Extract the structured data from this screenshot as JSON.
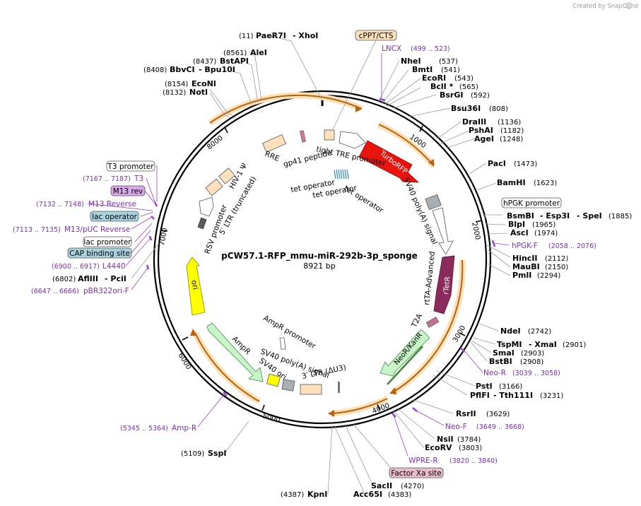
{
  "credit": "Created by SnapGene",
  "map": {
    "name": "pCW57.1-RFP_mmu-miR-292b-3p_sponge",
    "length": "8921 bp",
    "tick_labels": [
      "1000",
      "2000",
      "3000",
      "4000",
      "5000",
      "6000",
      "7000",
      "8000"
    ]
  },
  "enzymes": {
    "paer7i": {
      "pos": "(11)",
      "name": "PaeR7I"
    },
    "xhoi": {
      "name": "- XhoI"
    },
    "alei": {
      "pos": "(8561)",
      "name": "AleI"
    },
    "bstapi": {
      "pos": "(8437)",
      "name": "BstAPI"
    },
    "bbvci": {
      "pos": "(8408)",
      "name": "BbvCI"
    },
    "bpu10i": {
      "name": "- Bpu10I"
    },
    "econi": {
      "pos": "(8154)",
      "name": "EcoNI"
    },
    "noti": {
      "pos": "(8132)",
      "name": "NotI"
    },
    "nhei": {
      "name": "NheI",
      "pos": "(537)"
    },
    "bmti": {
      "name": "BmtI",
      "pos": "(541)"
    },
    "ecori": {
      "name": "EcoRI",
      "pos": "(543)"
    },
    "bcli": {
      "name": "BclI *",
      "pos": "(565)"
    },
    "bsrgi": {
      "name": "BsrGI",
      "pos": "(592)"
    },
    "bsu36i": {
      "name": "Bsu36I",
      "pos": "(808)"
    },
    "draiii": {
      "name": "DraIII",
      "pos": "(1136)"
    },
    "pshai": {
      "name": "PshAI",
      "pos": "(1182)"
    },
    "agei": {
      "name": "AgeI",
      "pos": "(1248)"
    },
    "paci": {
      "name": "PacI",
      "pos": "(1473)"
    },
    "bamhi": {
      "name": "BamHI",
      "pos": "(1623)"
    },
    "bsmbi": {
      "name": "BsmBI",
      "extra": "- Esp3I",
      "extra2": "- SpeI",
      "pos": "(1885)"
    },
    "blpi": {
      "name": "BlpI",
      "pos": "(1965)"
    },
    "asci": {
      "name": "AscI",
      "pos": "(1974)"
    },
    "hincii": {
      "name": "HincII",
      "pos": "(2112)"
    },
    "maubi": {
      "name": "MauBI",
      "pos": "(2150)"
    },
    "pmli": {
      "name": "PmlI",
      "pos": "(2294)"
    },
    "ndei": {
      "name": "NdeI",
      "pos": "(2742)"
    },
    "tspmi": {
      "name": "TspMI",
      "extra": "- XmaI",
      "pos": "(2901)"
    },
    "smai": {
      "name": "SmaI",
      "pos": "(2903)"
    },
    "bstbi": {
      "name": "BstBI",
      "pos": "(2908)"
    },
    "psti": {
      "name": "PstI",
      "pos": "(3166)"
    },
    "pflfi": {
      "name": "PflFI",
      "extra": "- Tth111I",
      "pos": "(3231)"
    },
    "rsrii": {
      "name": "RsrII",
      "pos": "(3629)"
    },
    "nsii": {
      "name": "NsiI",
      "pos": "(3784)"
    },
    "ecorv": {
      "name": "EcoRV",
      "pos": "(3803)"
    },
    "sacii": {
      "name": "SacII",
      "pos": "(4270)"
    },
    "acc65i": {
      "name": "Acc65I",
      "pos": "(4383)"
    },
    "kpni": {
      "pos": "(4387)",
      "name": "KpnI"
    },
    "sspi": {
      "pos": "(5109)",
      "name": "SspI"
    },
    "afliii": {
      "pos": "(6802)",
      "name": "AflIII"
    },
    "pcii": {
      "name": "- PciI"
    }
  },
  "primers": {
    "lncx": {
      "name": "LNCX",
      "pos": "(499 .. 523)"
    },
    "hpgkf": {
      "name": "hPGK-F",
      "pos": "(2058 .. 2076)"
    },
    "neor": {
      "name": "Neo-R",
      "pos": "(3039 .. 3058)"
    },
    "neof": {
      "name": "Neo-F",
      "pos": "(3649 .. 3668)"
    },
    "wprer": {
      "name": "WPRE-R",
      "pos": "(3820 .. 3840)"
    },
    "ampr": {
      "name": "Amp-R",
      "pos": "(5345 .. 5364)"
    },
    "pbr322": {
      "name": "pBR322ori-F",
      "pos": "(6647 .. 6666)"
    },
    "l4440": {
      "name": "L4440",
      "pos": "(6900 .. 6917)"
    },
    "m13puc": {
      "name": "M13/pUC Reverse",
      "pos": "(7113 .. 7135)"
    },
    "m13rev": {
      "name": "M13 Reverse",
      "pos": "(7132 .. 7148)"
    },
    "t3": {
      "name": "T3",
      "pos": "(7167 .. 7187)"
    }
  },
  "boxed_labels": {
    "cppt": "cPPT/CTS",
    "hpgk_promoter": "hPGK promoter",
    "factor_xa": "Factor Xa site",
    "t3_promoter": "T3 promoter",
    "m13_rev": "M13 rev",
    "lac_operator": "lac operator",
    "lac_promoter": "lac promoter",
    "cap_site": "CAP binding site"
  },
  "features": {
    "rre": "RRE",
    "gp41": "gp41 peptide",
    "tight_tre": "tight TRE promoter",
    "turborfp": "TurboRFP",
    "sv40_polya_1": "SV40 poly(A) signal",
    "tet_op_1": "tet operator",
    "tet_op_2": "tet operator",
    "tet_op_3": "tet operator",
    "rtta": "rtTA-Advanced",
    "rtetr": "rTetR",
    "t2a": "T2A",
    "neor_kanr": "NeoR/KanR",
    "hiv_psi": "HIV-1 Ψ",
    "rsv_promoter": "RSV promoter",
    "ltr_5": "5′ LTR (truncated)",
    "ori": "ori",
    "ampr_promoter": "AmpR promoter",
    "ampr": "AmpR",
    "sv40_polya_2": "SV40 poly(A) signal",
    "sv40_ori": "SV40 ori",
    "ltr_3": "3′ LTR (ΔU3)"
  },
  "colors": {
    "turborfp": "#e8140e",
    "rtetr": "#8b2a5c",
    "ori": "#ffff00",
    "ampr": "#c8f5c8",
    "primer": "#9b3fd1",
    "orf_band": "#f7c98a",
    "orf_arrow": "#b8610f"
  }
}
